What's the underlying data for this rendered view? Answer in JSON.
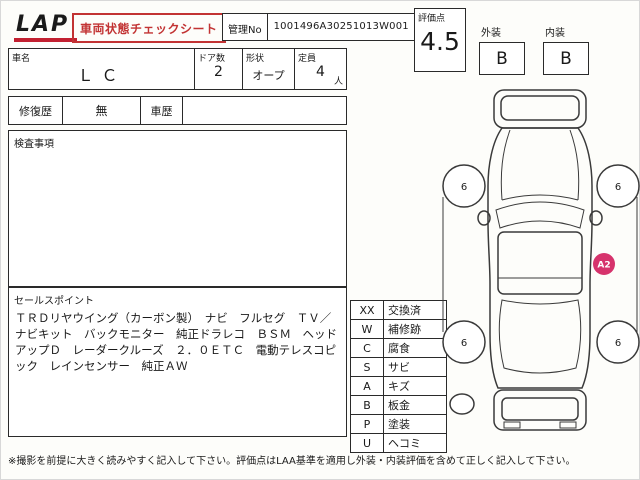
{
  "header": {
    "logo": "LAP",
    "title": "車両状態チェックシート",
    "management": {
      "label": "管理No",
      "value": "1001496A30251013W001"
    },
    "score": {
      "label": "評価点",
      "value": "4.5"
    },
    "exterior": {
      "label": "外装",
      "grade": "B"
    },
    "interior": {
      "label": "内装",
      "grade": "B"
    }
  },
  "vehicle": {
    "name": {
      "label": "車名",
      "value": "ＬＣ"
    },
    "doors": {
      "label": "ドア数",
      "value": "2"
    },
    "shape": {
      "label": "形状",
      "value": "オープ"
    },
    "capacity": {
      "label": "定員",
      "value": "4",
      "unit": "人"
    }
  },
  "history": {
    "repair": {
      "label": "修復歴",
      "value": "無"
    },
    "car": {
      "label": "車歴",
      "value": ""
    }
  },
  "inspection": {
    "label": "検査事項"
  },
  "sales": {
    "label": "セールスポイント",
    "text": "ＴＲＤリヤウイング（カーボン製）　ナビ　フルセグ　ＴＶ／ナビキット　バックモニター　純正ドラレコ　ＢＳＭ　ヘッドアップＤ　レーダークルーズ　２．０ＥＴＣ　電動テレスコピック　レインセンサー　純正ＡＷ"
  },
  "legend": {
    "rows": [
      {
        "code": "XX",
        "label": "交換済"
      },
      {
        "code": "W",
        "label": "補修跡"
      },
      {
        "code": "C",
        "label": "腐食"
      },
      {
        "code": "S",
        "label": "サビ"
      },
      {
        "code": "A",
        "label": "キズ"
      },
      {
        "code": "B",
        "label": "板金"
      },
      {
        "code": "P",
        "label": "塗装"
      },
      {
        "code": "U",
        "label": "ヘコミ"
      }
    ]
  },
  "diagram": {
    "tires": [
      "6",
      "6",
      "6",
      "6"
    ],
    "mark": "A2",
    "mark_color": "#d6336c"
  },
  "footer": {
    "note": "※撮影を前提に大きく読みやすく記入して下さい。評価点はLAA基準を適用し外装・内装評価を含めて正しく記入して下さい。"
  }
}
